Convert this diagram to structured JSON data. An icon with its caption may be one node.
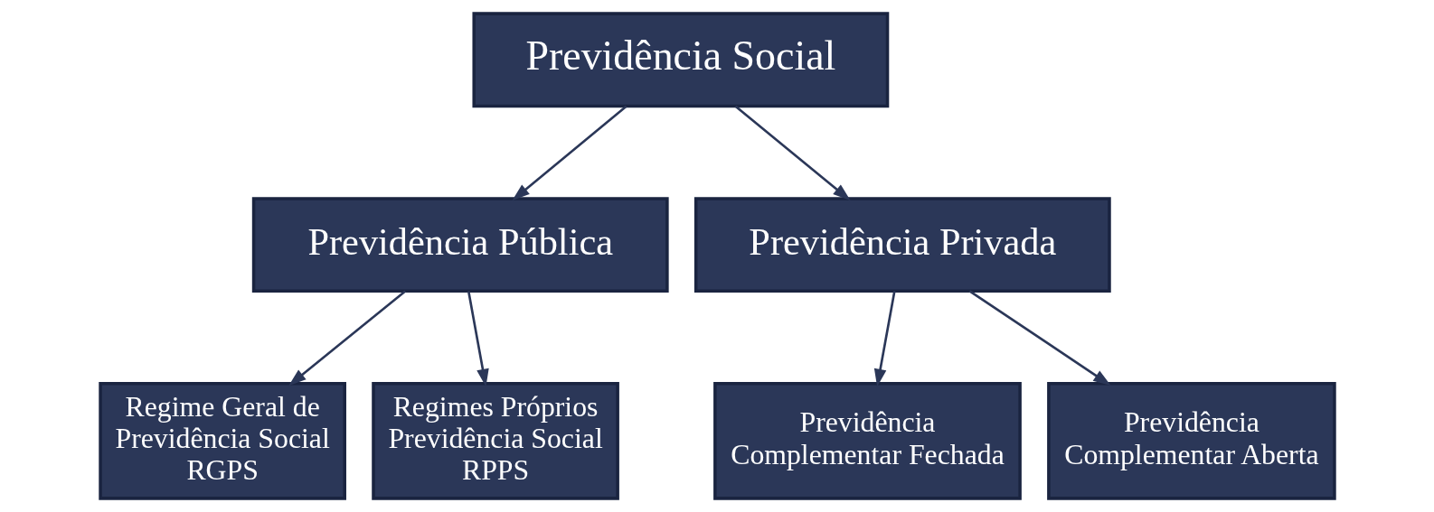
{
  "diagram": {
    "nodes": [
      {
        "text": [
          "Previdência Social"
        ]
      },
      {
        "text": [
          "Previdência Pública"
        ]
      },
      {
        "text": [
          "Previdência Privada"
        ]
      },
      {
        "text": [
          "Regime Geral de Previdência Social RGPS"
        ]
      },
      {
        "text": [
          "Regimes Próprios Previdência Social RPPS"
        ]
      },
      {
        "text": [
          "Previdência Complementar Fechada"
        ]
      },
      {
        "text": [
          "Previdência Complementar Aberta"
        ]
      }
    ],
    "edges": [
      {
        "from": 0,
        "to": 1,
        "arrow": "to"
      },
      {
        "from": 0,
        "to": 2,
        "arrow": "to"
      },
      {
        "from": 1,
        "to": 3,
        "arrow": "to"
      },
      {
        "from": 1,
        "to": 4,
        "arrow": "to"
      },
      {
        "from": 2,
        "to": 5,
        "arrow": "to"
      },
      {
        "from": 2,
        "to": 6,
        "arrow": "to"
      }
    ]
  }
}
